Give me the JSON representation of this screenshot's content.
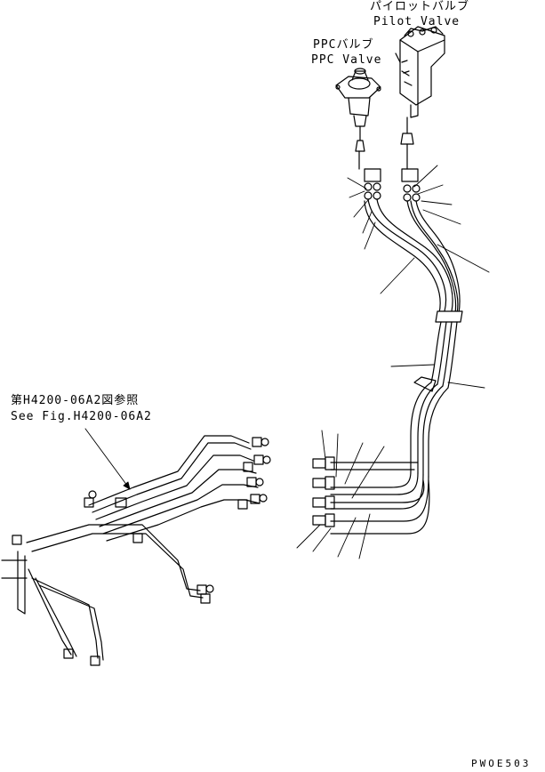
{
  "labels": {
    "pilot_valve_jp": "パイロットバルブ",
    "pilot_valve_en": "Pilot Valve",
    "ppc_valve_jp": "PPCバルブ",
    "ppc_valve_en": "PPC Valve",
    "ref_jp": "第H4200-06A2図参照",
    "ref_en": "See Fig.H4200-06A2",
    "drawing_code": "PWOE503"
  }
}
